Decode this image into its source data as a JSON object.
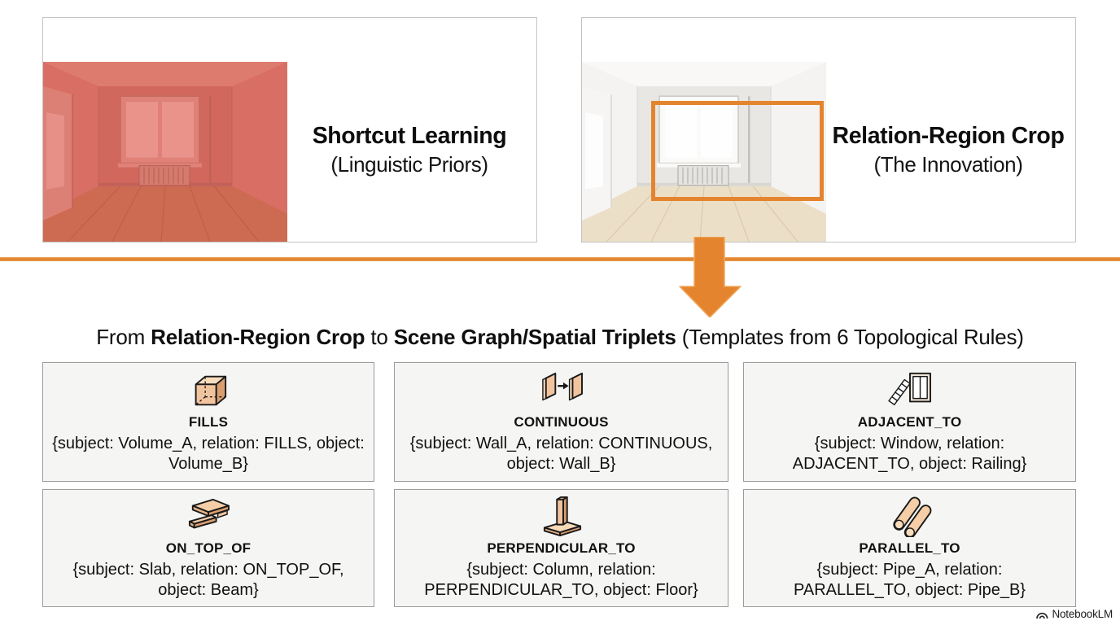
{
  "colors": {
    "accent_orange": "#E5842E",
    "overlay_red": "#D96C61",
    "rule_box_bg": "#F5F5F3",
    "icon_tan": "#F2C29C"
  },
  "top_panels": {
    "left": {
      "title": "Shortcut Learning",
      "subtitle": "(Linguistic Priors)"
    },
    "right": {
      "title": "Relation-Region Crop",
      "subtitle": "(The Innovation)"
    }
  },
  "section_heading": {
    "part1": "From",
    "bold1": "Relation-Region Crop",
    "part2": "to",
    "bold2": "Scene Graph/Spatial Triplets",
    "part3": "(Templates from 6 Topological Rules)"
  },
  "rules": [
    {
      "name": "FILLS",
      "icon": "fills-cube-icon",
      "triplet": "{subject: Volume_A, relation: FILLS, object: Volume_B}"
    },
    {
      "name": "CONTINUOUS",
      "icon": "continuous-walls-icon",
      "triplet": "{subject: Wall_A, relation: CONTINUOUS, object: Wall_B}"
    },
    {
      "name": "ADJACENT_TO",
      "icon": "window-railing-icon",
      "triplet": "{subject: Window, relation: ADJACENT_TO, object: Railing}"
    },
    {
      "name": "ON_TOP_OF",
      "icon": "slab-on-beam-icon",
      "triplet": "{subject: Slab, relation: ON_TOP_OF, object: Beam}"
    },
    {
      "name": "PERPENDICULAR_TO",
      "icon": "column-on-floor-icon",
      "triplet": "{subject: Column, relation: PERPENDICULAR_TO, object: Floor}"
    },
    {
      "name": "PARALLEL_TO",
      "icon": "parallel-pipes-icon",
      "triplet": "{subject: Pipe_A, relation: PARALLEL_TO, object: Pipe_B}"
    }
  ],
  "watermark": {
    "label": "NotebookLM"
  }
}
